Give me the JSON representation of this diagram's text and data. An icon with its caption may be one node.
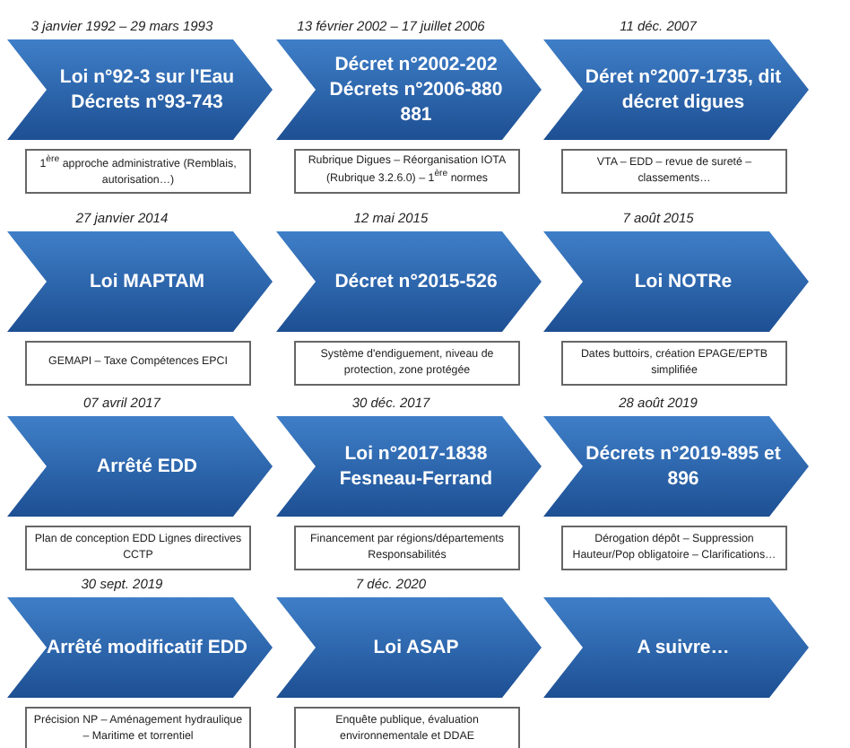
{
  "diagram": {
    "nodes": [
      {
        "text": [
          "Loi n°92-3 sur l'Eau Décrets n°93-743"
        ],
        "beside": [
          "3 janvier 1992 – 29 mars 1993"
        ]
      },
      {
        "text": [
          "1$^{ère}$ approche administrative (Remblais, autorisation…)"
        ]
      },
      {
        "text": [
          "Décret n°2002-202 Décrets n°2006-880 881"
        ],
        "beside": [
          "13 février 2002 – 17 juillet 2006"
        ]
      },
      {
        "text": [
          "Rubrique Digues – Réorganisation IOTA (Rubrique 3.2.6.0) – 1$^{ère}$ normes"
        ]
      },
      {
        "text": [
          "Déret n°2007-1735, dit décret digues"
        ],
        "beside": [
          "11 déc. 2007"
        ]
      },
      {
        "text": [
          "VTA – EDD – revue de sureté – classements…"
        ]
      },
      {
        "text": [
          "Loi MAPTAM"
        ],
        "beside": [
          "27 janvier 2014"
        ]
      },
      {
        "text": [
          "GEMAPI – Taxe Compétences EPCI"
        ]
      },
      {
        "text": [
          "Décret n°2015-526"
        ],
        "beside": [
          "12 mai 2015"
        ]
      },
      {
        "text": [
          "Système d'endiguement, niveau de protection, zone protégée"
        ]
      },
      {
        "text": [
          "Loi NOTRe"
        ],
        "beside": [
          "7 août 2015"
        ]
      },
      {
        "text": [
          "Dates buttoirs, création EPAGE/EPTB simplifiée"
        ]
      },
      {
        "text": [
          "Arrêté EDD"
        ],
        "beside": [
          "07 avril 2017"
        ]
      },
      {
        "text": [
          "Plan de conception EDD Lignes directives CCTP"
        ]
      },
      {
        "text": [
          "Loi n°2017-1838 Fesneau-Ferrand"
        ],
        "beside": [
          "30 déc. 2017"
        ]
      },
      {
        "text": [
          "Financement par régions/départements Responsabilités"
        ]
      },
      {
        "text": [
          "Décrets n°2019-895 et 896"
        ],
        "beside": [
          "28 août 2019"
        ]
      },
      {
        "text": [
          "Dérogation dépôt – Suppression Hauteur/Pop obligatoire – Clarifications…"
        ]
      },
      {
        "text": [
          "Arrêté modificatif EDD"
        ],
        "beside": [
          "30 sept. 2019"
        ]
      },
      {
        "text": [
          "Précision NP – Aménagement hydraulique – Maritime et torrentiel"
        ]
      },
      {
        "text": [
          "Loi ASAP"
        ],
        "beside": [
          "7 déc. 2020"
        ]
      },
      {
        "text": [
          "Enquête publique, évaluation environnementale et DDAE"
        ]
      },
      {
        "text": [
          "A suivre…"
        ]
      }
    ]
  }
}
